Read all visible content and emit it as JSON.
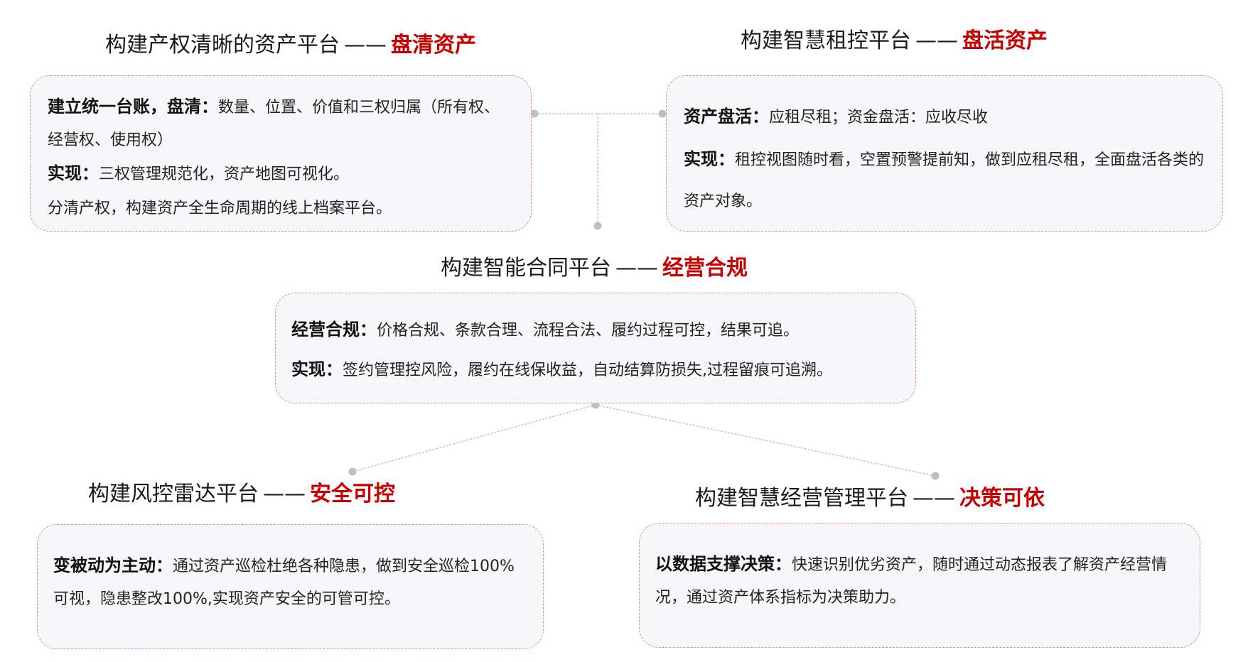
{
  "blocks": {
    "ledger": {
      "title": "构建产权清晰的资产平台",
      "dash": "——",
      "tag": "盘清资产",
      "lines": [
        {
          "label": "建立统一台账，盘清：",
          "text": "数量、位置、价值和三权归属（所有权、经营权、使用权）"
        },
        {
          "label": "实现：",
          "text": "三权管理规范化，资产地图可视化。"
        },
        {
          "label": "",
          "text": "分清产权，构建资产全生命周期的线上档案平台。"
        }
      ]
    },
    "rental": {
      "title": "构建智慧租控平台",
      "dash": "——",
      "tag": "盘活资产",
      "lines": [
        {
          "label": "资产盘活：",
          "text": "应租尽租；资金盘活：应收尽收"
        },
        {
          "label": "实现：",
          "text": "租控视图随时看，空置预警提前知，做到应租尽租，全面盘活各类的资产对象。"
        }
      ]
    },
    "contract": {
      "title": "构建智能合同平台",
      "dash": "——",
      "tag": "经营合规",
      "lines": [
        {
          "label": "经营合规：",
          "text": "价格合规、条款合理、流程合法、履约过程可控，结果可追。"
        },
        {
          "label": "实现：",
          "text": "签约管理控风险，履约在线保收益，自动结算防损失,过程留痕可追溯。"
        }
      ]
    },
    "risk": {
      "title": "构建风控雷达平台",
      "dash": "——",
      "tag": "安全可控",
      "lines": [
        {
          "label": "变被动为主动：",
          "text": "通过资产巡检杜绝各种隐患，做到安全巡检100%可视，隐患整改100%,实现资产安全的可管可控。"
        }
      ]
    },
    "decision": {
      "title": "构建智慧经营管理平台",
      "dash": "——",
      "tag": "决策可依",
      "lines": [
        {
          "label": "以数据支撑决策：",
          "text": "快速识别优劣资产，随时通过动态报表了解资产经营情况，通过资产体系指标为决策助力。"
        }
      ]
    }
  },
  "colors": {
    "accent": "#c80000",
    "card_border": "#e98a8a",
    "card_bg": "#f7f7f9",
    "connector": "#bdbdbd"
  }
}
